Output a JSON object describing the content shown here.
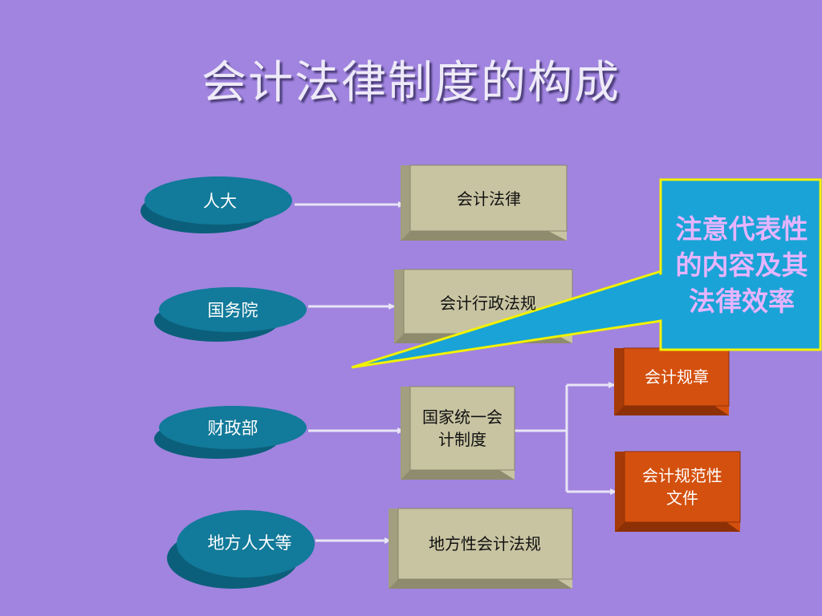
{
  "title": "会计法律制度的构成",
  "issuers": [
    {
      "label": "人大"
    },
    {
      "label": "国务院"
    },
    {
      "label": "财政部"
    },
    {
      "label": "地方人大等"
    }
  ],
  "documents": [
    {
      "label": "会计法律"
    },
    {
      "label": "会计行政法规"
    },
    {
      "label": "国家统一会计制度"
    },
    {
      "label": "地方性会计法规"
    }
  ],
  "sub_documents": [
    {
      "label": "会计规章"
    },
    {
      "label": "会计规范性文件"
    }
  ],
  "callout": {
    "text": "注意代表性的内容及其法律效率"
  },
  "colors": {
    "background": "#a084df",
    "ellipse": "#127a9a",
    "box": "#c8c4a2",
    "orange_box": "#d4500e",
    "callout_fill": "#1aa3d6",
    "callout_border": "#f2f200",
    "callout_text": "#e6b4ff"
  }
}
